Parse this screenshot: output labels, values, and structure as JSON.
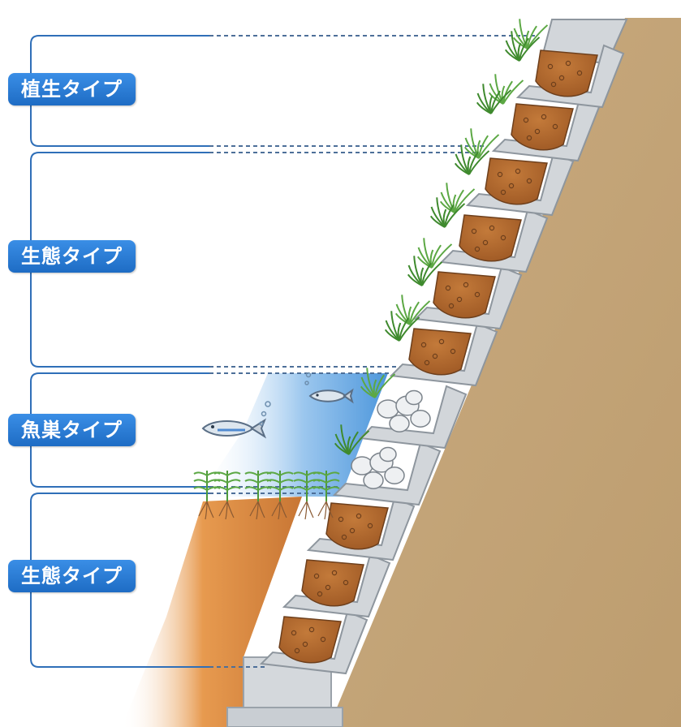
{
  "labels": {
    "vegetation": "植生タイプ",
    "ecology_upper": "生態タイプ",
    "fish_nest": "魚巣タイプ",
    "ecology_lower": "生態タイプ"
  },
  "colors": {
    "label_blue": "#2a7bd6",
    "bracket_blue": "#2f6fb8",
    "earth_tan": "#c4a579",
    "soil_brown": "#b46a2c",
    "bank_orange": "#e08a3c",
    "water_blue": "#7ab4e8",
    "concrete_gray": "#d2d6da",
    "plant_green": "#4f9a3a"
  },
  "icons": [
    "grass-icon",
    "fish-icon",
    "boulder-icon",
    "reed-icon"
  ]
}
